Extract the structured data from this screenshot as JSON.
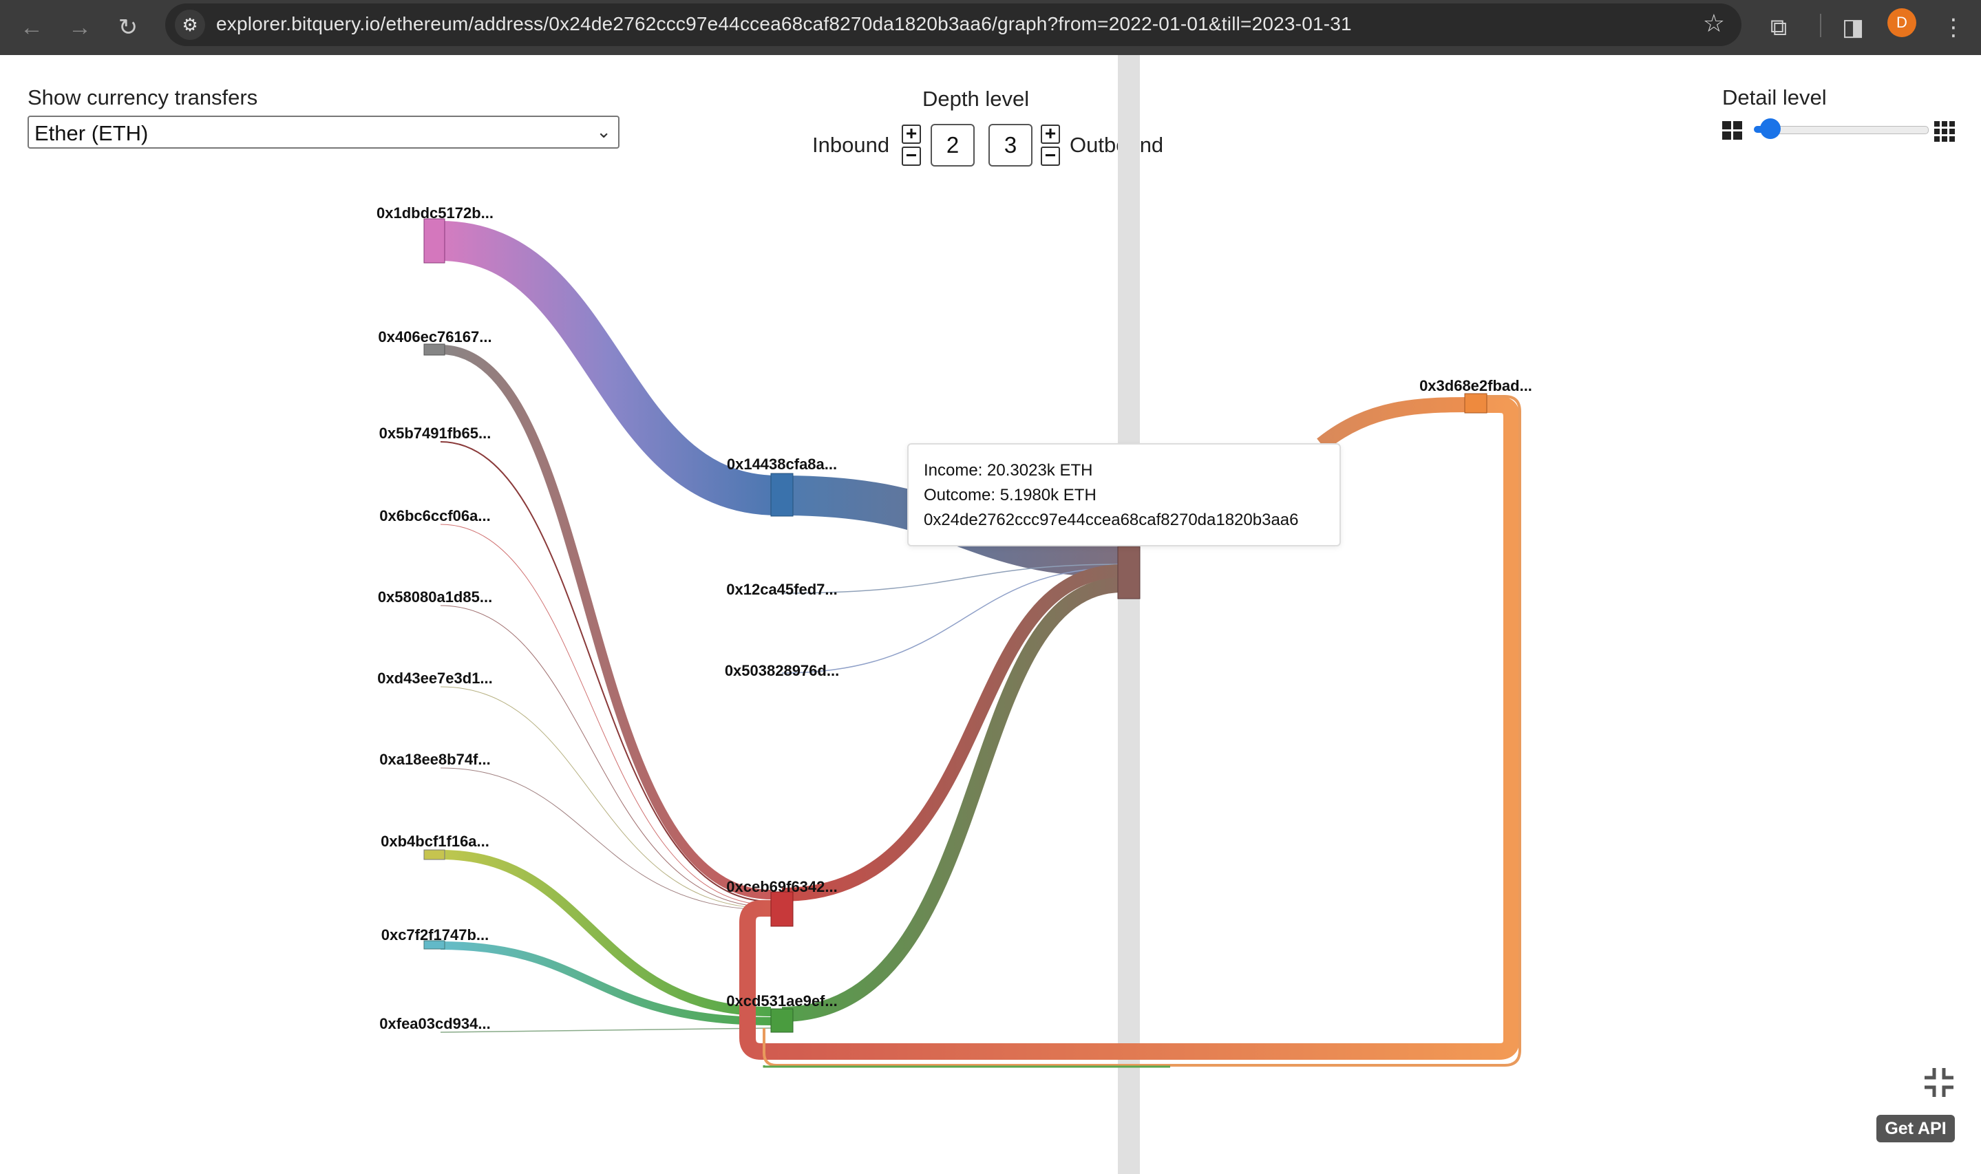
{
  "browser": {
    "url": "explorer.bitquery.io/ethereum/address/0x24de2762ccc97e44ccea68caf8270da1820b3aa6/graph?from=2022-01-01&till=2023-01-31",
    "profile_initial": "D"
  },
  "controls": {
    "currency_label": "Show currency transfers",
    "currency_value": "Ether (ETH)",
    "depth_label": "Depth level",
    "inbound_label": "Inbound",
    "outbound_label": "Outbound",
    "inbound_depth": "2",
    "outbound_depth": "3",
    "plus": "+",
    "minus": "−",
    "detail_label": "Detail level",
    "detail_value": 0.1
  },
  "nodes": {
    "n1": "0x1dbdc5172b...",
    "n2": "0x406ec76167...",
    "n3": "0x5b7491fb65...",
    "n4": "0x6bc6ccf06a...",
    "n5": "0x58080a1d85...",
    "n6": "0xd43ee7e3d1...",
    "n7": "0xa18ee8b74f...",
    "n8": "0xb4bcf1f16a...",
    "n9": "0xc7f2f1747b...",
    "n10": "0xfea03cd934...",
    "m1": "0x14438cfa8a...",
    "m2": "0x12ca45fed7...",
    "m3": "0x503828976d...",
    "m4": "0xceb69f6342...",
    "m5": "0xcd531ae9ef...",
    "out1": "0x3d68e2fbad..."
  },
  "tooltip": {
    "income": "Income: 20.3023k ETH",
    "outcome": "Outcome: 5.1980k ETH",
    "address": "0x24de2762ccc97e44ccea68caf8270da1820b3aa6"
  },
  "colors": {
    "accent": "#1a73e8",
    "chrome": "#3c3c3c",
    "center_bar": "#e0e0e0"
  },
  "get_api_label": "Get API"
}
